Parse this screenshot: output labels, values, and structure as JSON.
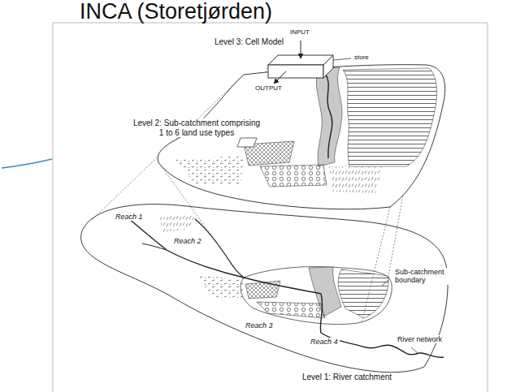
{
  "diagram": {
    "title": "INCA (Storetjørden)",
    "labels": [
      "Level 3: Cell Model",
      "INPUT",
      "store",
      "OUTPUT",
      "Level 2: Sub-catchment comprising 1 to 6 land use types",
      "Reach 1",
      "Reach 2",
      "Sub-catchment boundary",
      "Reach 3",
      "Reach 4",
      "River network",
      "Level 1: River catchment"
    ]
  }
}
